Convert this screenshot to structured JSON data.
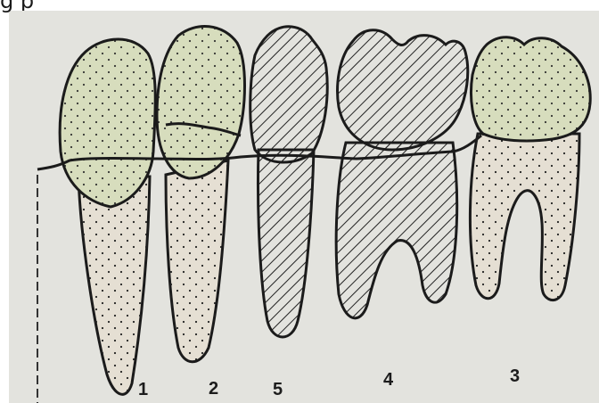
{
  "caption": {
    "text": "g     p"
  },
  "teeth": [
    {
      "label": "1"
    },
    {
      "label": "2"
    },
    {
      "label": "5"
    },
    {
      "label": "4"
    },
    {
      "label": "3"
    }
  ],
  "colors": {
    "background": "#e3e3de",
    "crown_fill": "#d7ddbd",
    "root_fill": "#e5dfd3",
    "outline": "#1b1b1b"
  }
}
